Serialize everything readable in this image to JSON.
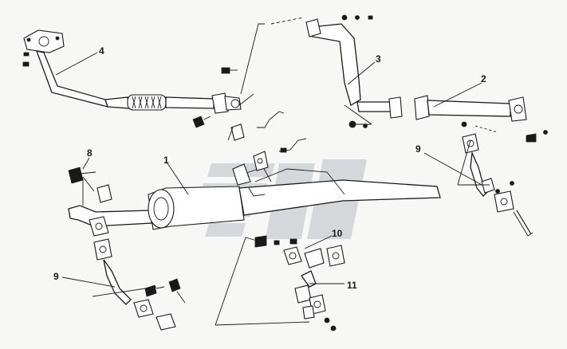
{
  "diagram": {
    "callouts": [
      {
        "label": "1"
      },
      {
        "label": "2"
      },
      {
        "label": "3"
      },
      {
        "label": "4"
      },
      {
        "label": "8"
      },
      {
        "label": "9"
      },
      {
        "label": "9"
      },
      {
        "label": "10"
      },
      {
        "label": "11"
      }
    ]
  }
}
